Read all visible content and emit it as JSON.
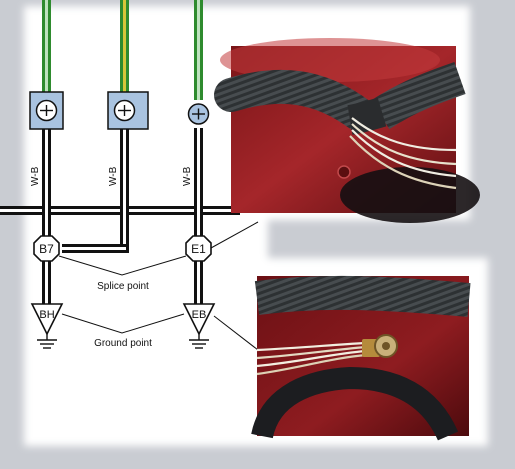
{
  "wire_labels": {
    "left": "W-B",
    "middle": "W-B",
    "right": "W-B"
  },
  "splice": {
    "left_code": "B7",
    "right_code": "E1",
    "caption": "Splice point"
  },
  "ground": {
    "left_code": "BH",
    "right_code": "EB",
    "caption": "Ground point"
  },
  "icons": {
    "connector": "ground-connector-icon",
    "splice": "splice-octagon-icon",
    "ground": "ground-triangle-icon"
  },
  "colors": {
    "background": "#c9ccd2",
    "panel": "#ffffff",
    "wire_green": "#2e8b2e",
    "wire_yellow": "#d6c63a",
    "wire_black": "#111111",
    "connector_fill": "#a9c3e0"
  }
}
